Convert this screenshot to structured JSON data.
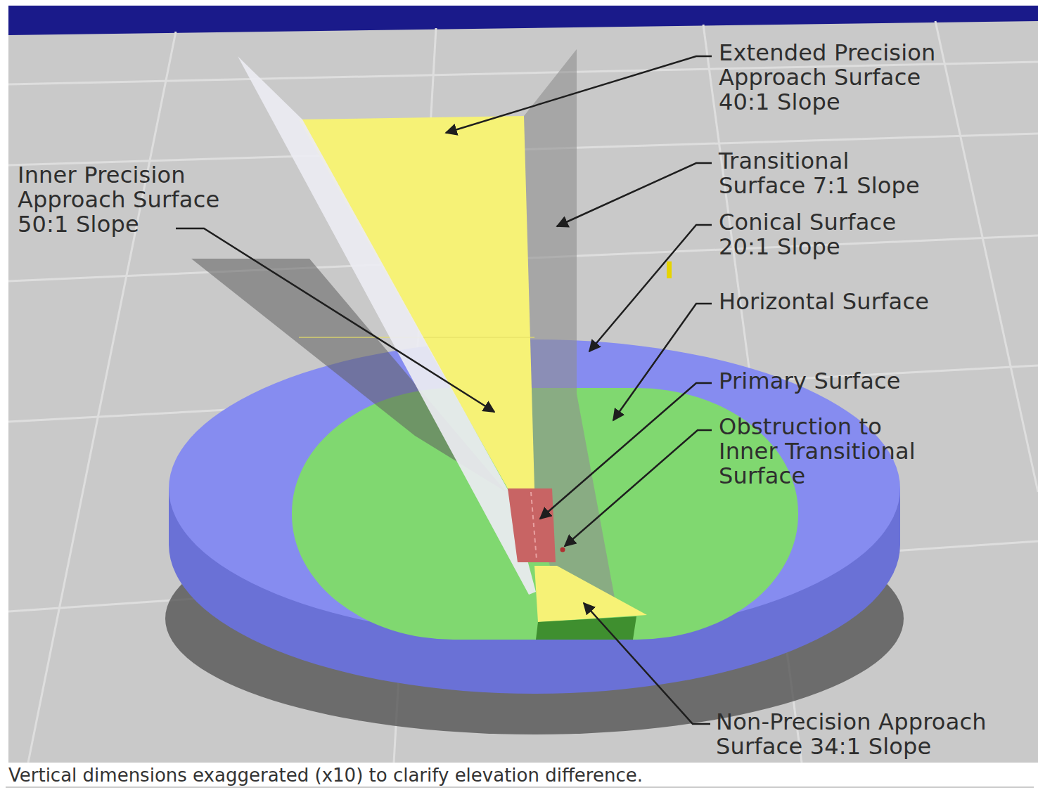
{
  "diagram": {
    "caption": "Vertical dimensions exaggerated (x10) to clarify elevation difference.",
    "labels": [
      "Extended Precision Approach Surface 40:1 Slope",
      "Inner Precision Approach Surface 50:1 Slope",
      "Transitional Surface 7:1 Slope",
      "Conical Surface 20:1 Slope",
      "Horizontal Surface",
      "Primary Surface",
      "Obstruction to Inner Transitional Surface",
      "Non-Precision Approach Surface 34:1 Slope"
    ]
  }
}
